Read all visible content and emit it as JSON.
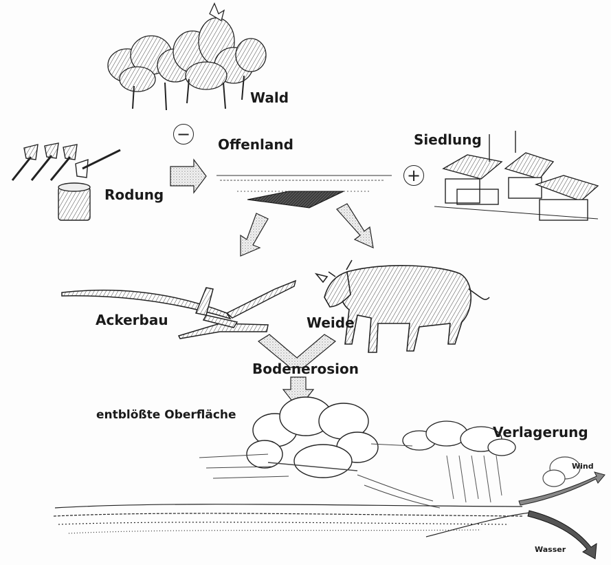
{
  "labels": {
    "wald": "Wald",
    "offenland": "Offenland",
    "siedlung": "Siedlung",
    "rodung": "Rodung",
    "ackerbau": "Ackerbau",
    "weide": "Weide",
    "bodenerosion": "Bodenerosion",
    "oberflaeche": "entblößte Oberfläche",
    "verlagerung": "Verlagerung",
    "wind": "Wind",
    "wasser": "Wasser"
  },
  "signs": {
    "minus": "−",
    "plus": "+"
  },
  "colors": {
    "ink": "#1a1a1a",
    "arrow_fill": "#d8d8d8",
    "background": "#fdfdfd"
  }
}
